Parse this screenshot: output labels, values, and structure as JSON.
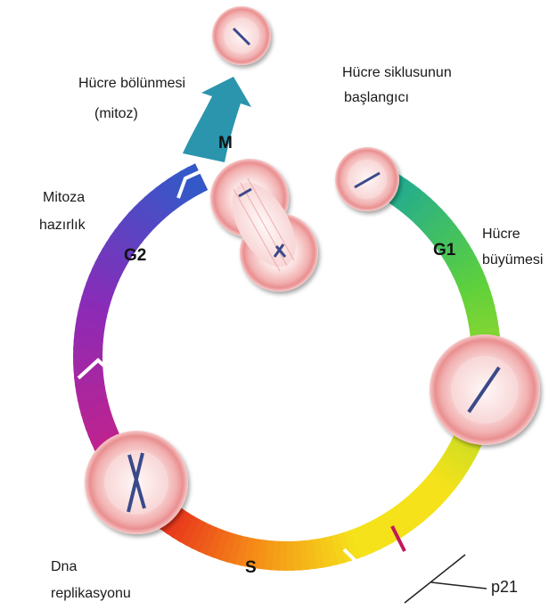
{
  "phases": {
    "m": "M",
    "g1": "G1",
    "s": "S",
    "g2": "G2"
  },
  "labels": {
    "mitosis_line1": "Hücre bölünmesi",
    "mitosis_line2": "(mitoz)",
    "start_line1": "Hücre siklusunun",
    "start_line2": "başlangıcı",
    "prep_line1": "Mitoza",
    "prep_line2": "hazırlık",
    "growth_line1": "Hücre",
    "growth_line2": "büyümesi",
    "dna_line1": "Dna",
    "dna_line2": "replikasyonu",
    "p21": "p21"
  },
  "colors": {
    "ring_red": "#e8361c",
    "ring_orange": "#f58a17",
    "ring_yellow": "#f5e21a",
    "ring_green": "#5fd13b",
    "ring_teal": "#1aa79a",
    "ring_blue": "#3558c8",
    "ring_purple": "#8a2bb8",
    "ring_magenta": "#c4228a",
    "cell_outer": "#f0a3a3",
    "cell_inner": "#fbe6e6",
    "chromosome": "#3b4a8a",
    "checkpoint_mark": "#c2185b"
  }
}
